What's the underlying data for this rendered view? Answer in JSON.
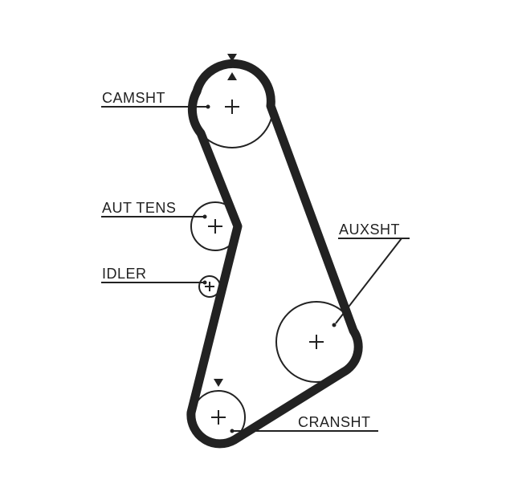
{
  "diagram": {
    "labels": {
      "camshaft": "CAMSHT",
      "tensioner": "AUT TENS",
      "idler": "IDLER",
      "auxshaft": "AUXSHT",
      "crankshaft": "CRANSHT"
    }
  }
}
